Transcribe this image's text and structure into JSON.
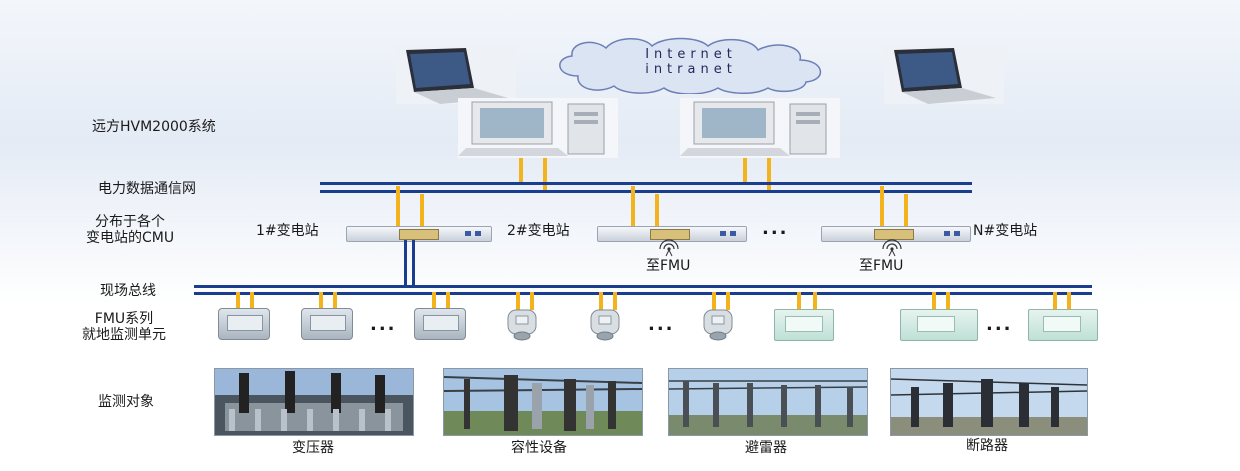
{
  "cloud": {
    "line1": "Internet",
    "line2": "intranet"
  },
  "labels": {
    "hvm_system": "远方HVM2000系统",
    "power_network": "电力数据通信网",
    "cmu_distributed": "分布于各个\n变电站的CMU",
    "station_1": "1#变电站",
    "station_2": "2#变电站",
    "station_n": "N#变电站",
    "to_fmu_1": "至FMU",
    "to_fmu_2": "至FMU",
    "field_bus": "现场总线",
    "fmu_series": "FMU系列\n就地监测单元",
    "monitoring_objects": "监测对象"
  },
  "ellipsis": "...",
  "objects": [
    {
      "caption": "变压器",
      "icon": "transformer-photo"
    },
    {
      "caption": "容性设备",
      "icon": "capacitive-equipment-photo"
    },
    {
      "caption": "避雷器",
      "icon": "surge-arrester-photo"
    },
    {
      "caption": "断路器",
      "icon": "circuit-breaker-photo"
    }
  ],
  "colors": {
    "bus": "#1a3d8f",
    "link": "#f2b31d"
  }
}
